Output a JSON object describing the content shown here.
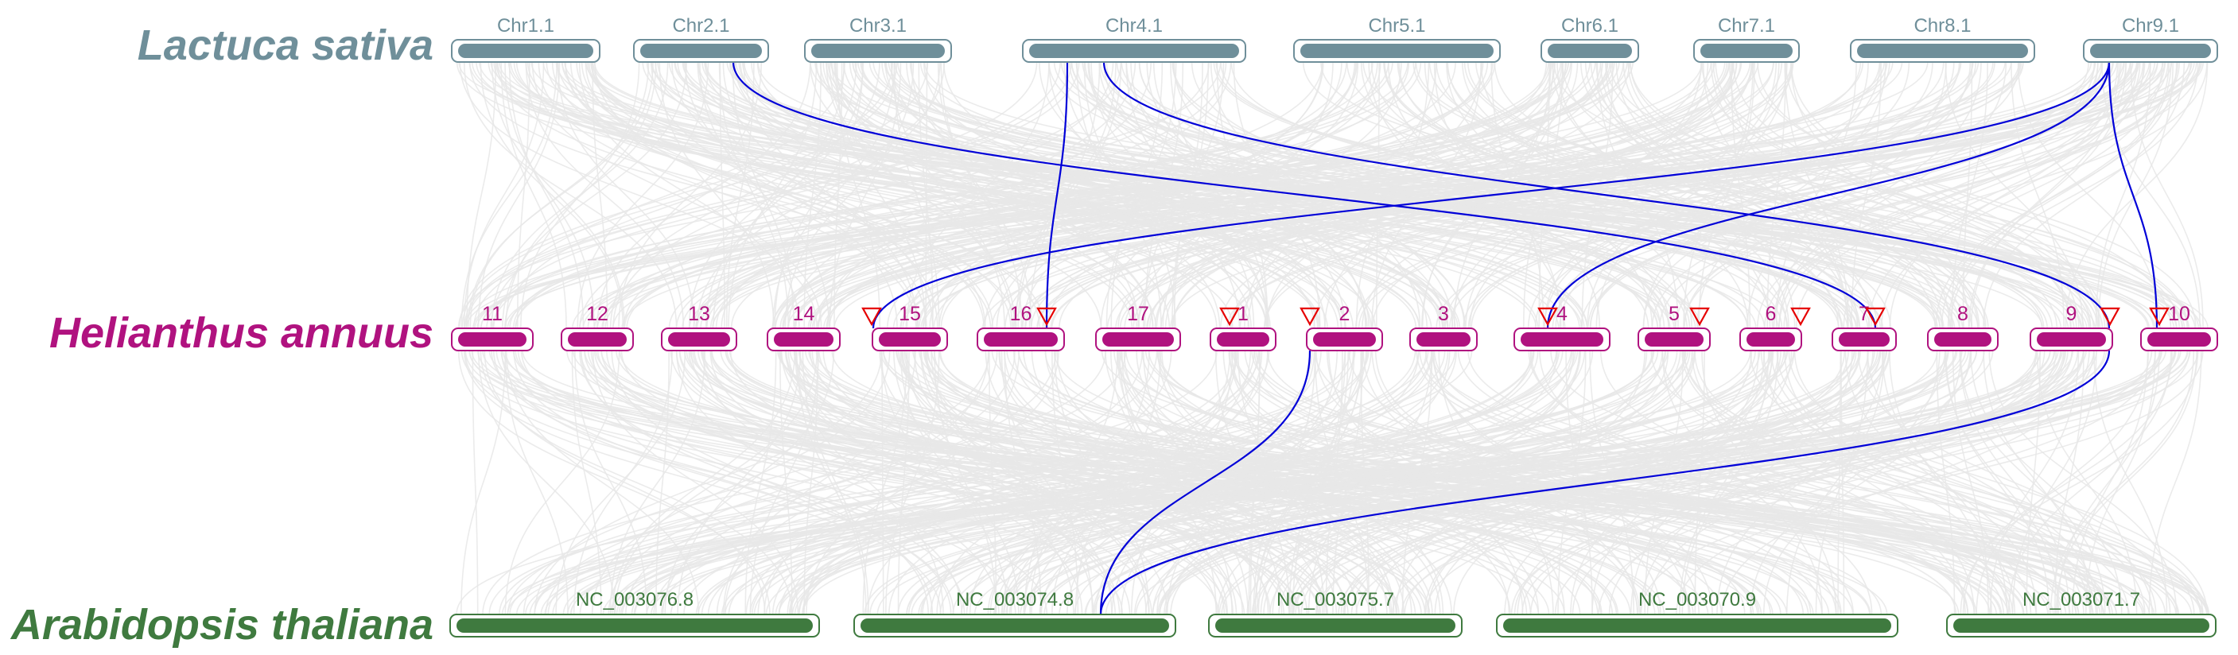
{
  "species": [
    {
      "name": "Lactuca sativa",
      "color": "#6f8f9a"
    },
    {
      "name": "Helianthus annuus",
      "color": "#b0127f"
    },
    {
      "name": "Arabidopsis thaliana",
      "color": "#3f7a3f"
    }
  ],
  "colors": {
    "background_link": "#e8e8e8",
    "highlight_link": "#0000d8",
    "marker": "#e60000"
  },
  "lactuca_chromosomes": [
    "Chr1.1",
    "Chr2.1",
    "Chr3.1",
    "Chr4.1",
    "Chr5.1",
    "Chr6.1",
    "Chr7.1",
    "Chr8.1",
    "Chr9.1"
  ],
  "helianthus_chromosomes": [
    "11",
    "12",
    "13",
    "14",
    "15",
    "16",
    "17",
    "1",
    "2",
    "3",
    "4",
    "5",
    "6",
    "7",
    "8",
    "9",
    "10"
  ],
  "arabidopsis_chromosomes": [
    "NC_003076.8",
    "NC_003074.8",
    "NC_003075.7",
    "NC_003070.9",
    "NC_003071.7"
  ],
  "helianthus_markers": [
    "15",
    "16",
    "1",
    "2",
    "4",
    "5",
    "6",
    "7",
    "9",
    "10"
  ],
  "highlight_links": [
    {
      "from": "Chr2.1",
      "to": "7"
    },
    {
      "from": "Chr4.1",
      "to": "16"
    },
    {
      "from": "Chr4.1",
      "to": "9"
    },
    {
      "from": "Chr9.1",
      "to": "15"
    },
    {
      "from": "Chr9.1",
      "to": "4"
    },
    {
      "from": "Chr9.1",
      "to": "10"
    },
    {
      "from": "2",
      "to": "NC_003074.8"
    },
    {
      "from": "9",
      "to": "NC_003074.8"
    }
  ]
}
